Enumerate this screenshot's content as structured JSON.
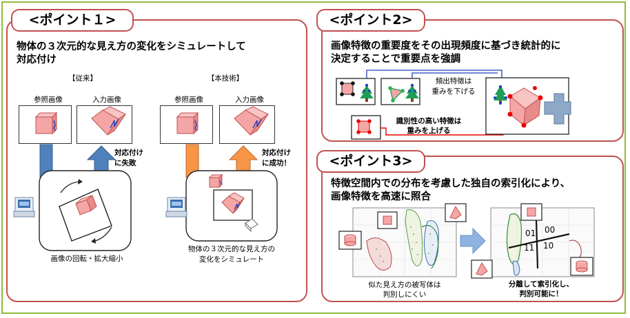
{
  "point1": {
    "tag": "<ポイント１>",
    "heading_line1": "物体の３次元的な見え方の変化をシミュレートして",
    "heading_line2": "対応付け",
    "conventional": {
      "label": "【従来】",
      "ref_image": "参照画像",
      "input_image": "入力画像",
      "result_line1": "対応付け",
      "result_line2": "に失敗",
      "caption": "画像の回転・拡大縮小"
    },
    "this_tech": {
      "label": "【本技術】",
      "ref_image": "参照画像",
      "input_image": "入力画像",
      "result_line1": "対応付け",
      "result_line2": "に成功！",
      "caption_line1": "物体の３次元的な見え方の",
      "caption_line2": "変化をシミュレート"
    }
  },
  "point2": {
    "tag": "<ポイント2>",
    "heading_line1": "画像特徴の重要度をその出現頻度に基づき統計的に",
    "heading_line2": "決定することで重要点を強調",
    "frequent_line1": "頻出特徴は",
    "frequent_line2": "重みを下げる",
    "distinct_line1": "識別性の高い特徴は",
    "distinct_line2": "重みを上げる"
  },
  "point3": {
    "tag": "<ポイント3>",
    "heading_line1": "特徴空間内での分布を考慮した独自の索引化により、",
    "heading_line2": "画像特徴を高速に照合",
    "left_caption_line1": "似た見え方の被写体は",
    "left_caption_line2": "判別しにくい",
    "right_caption_line1": "分離して索引化し、",
    "right_caption_line2": "判別可能に！",
    "index_labels": [
      "01",
      "00",
      "11",
      "10"
    ]
  },
  "colors": {
    "frame": "#8dbb3c",
    "panel_border": "#c0504d",
    "cube_fill": "#f4a6a6",
    "blue_arrow": "#4f81bd",
    "orange_arrow": "#f79646",
    "accent_red": "#ff0000",
    "tree_green": "#1f9d55"
  }
}
